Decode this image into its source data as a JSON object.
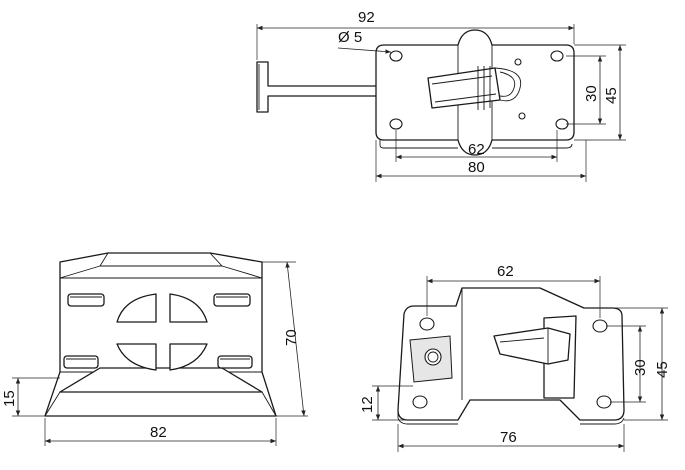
{
  "colors": {
    "stroke": "#1a1a1a",
    "background": "#ffffff",
    "fill": "#ffffff"
  },
  "top_view": {
    "dim_overall_width": "92",
    "dim_hole_diameter": "Ø 5",
    "dim_hole_spacing_horizontal": "62",
    "dim_plate_width": "80",
    "dim_hole_spacing_vertical": "30",
    "dim_plate_height": "45"
  },
  "bottom_left_view": {
    "dim_height": "70",
    "dim_base_height": "15",
    "dim_width": "82"
  },
  "bottom_right_view": {
    "dim_hole_spacing_horizontal": "62",
    "dim_hole_spacing_vertical": "30",
    "dim_plate_height": "45",
    "dim_hole_offset": "12",
    "dim_plate_width": "76"
  }
}
